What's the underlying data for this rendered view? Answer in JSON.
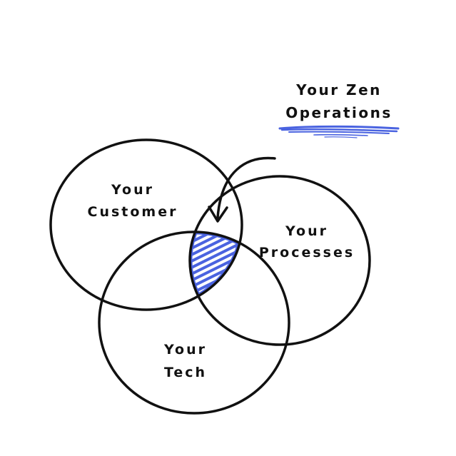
{
  "title": {
    "line1": "Your Zen",
    "line2": "Operations"
  },
  "circles": {
    "customer": {
      "line1": "Your",
      "line2": "Customer"
    },
    "processes": {
      "line1": "Your",
      "line2": "Processes"
    },
    "tech": {
      "line1": "Your",
      "line2": "Tech"
    }
  },
  "colors": {
    "accent": "#4a63e0",
    "ink": "#111111",
    "background": "#ffffff"
  },
  "icons": {
    "pointer": "curved-arrow-icon",
    "underline": "scribble-underline-icon"
  }
}
